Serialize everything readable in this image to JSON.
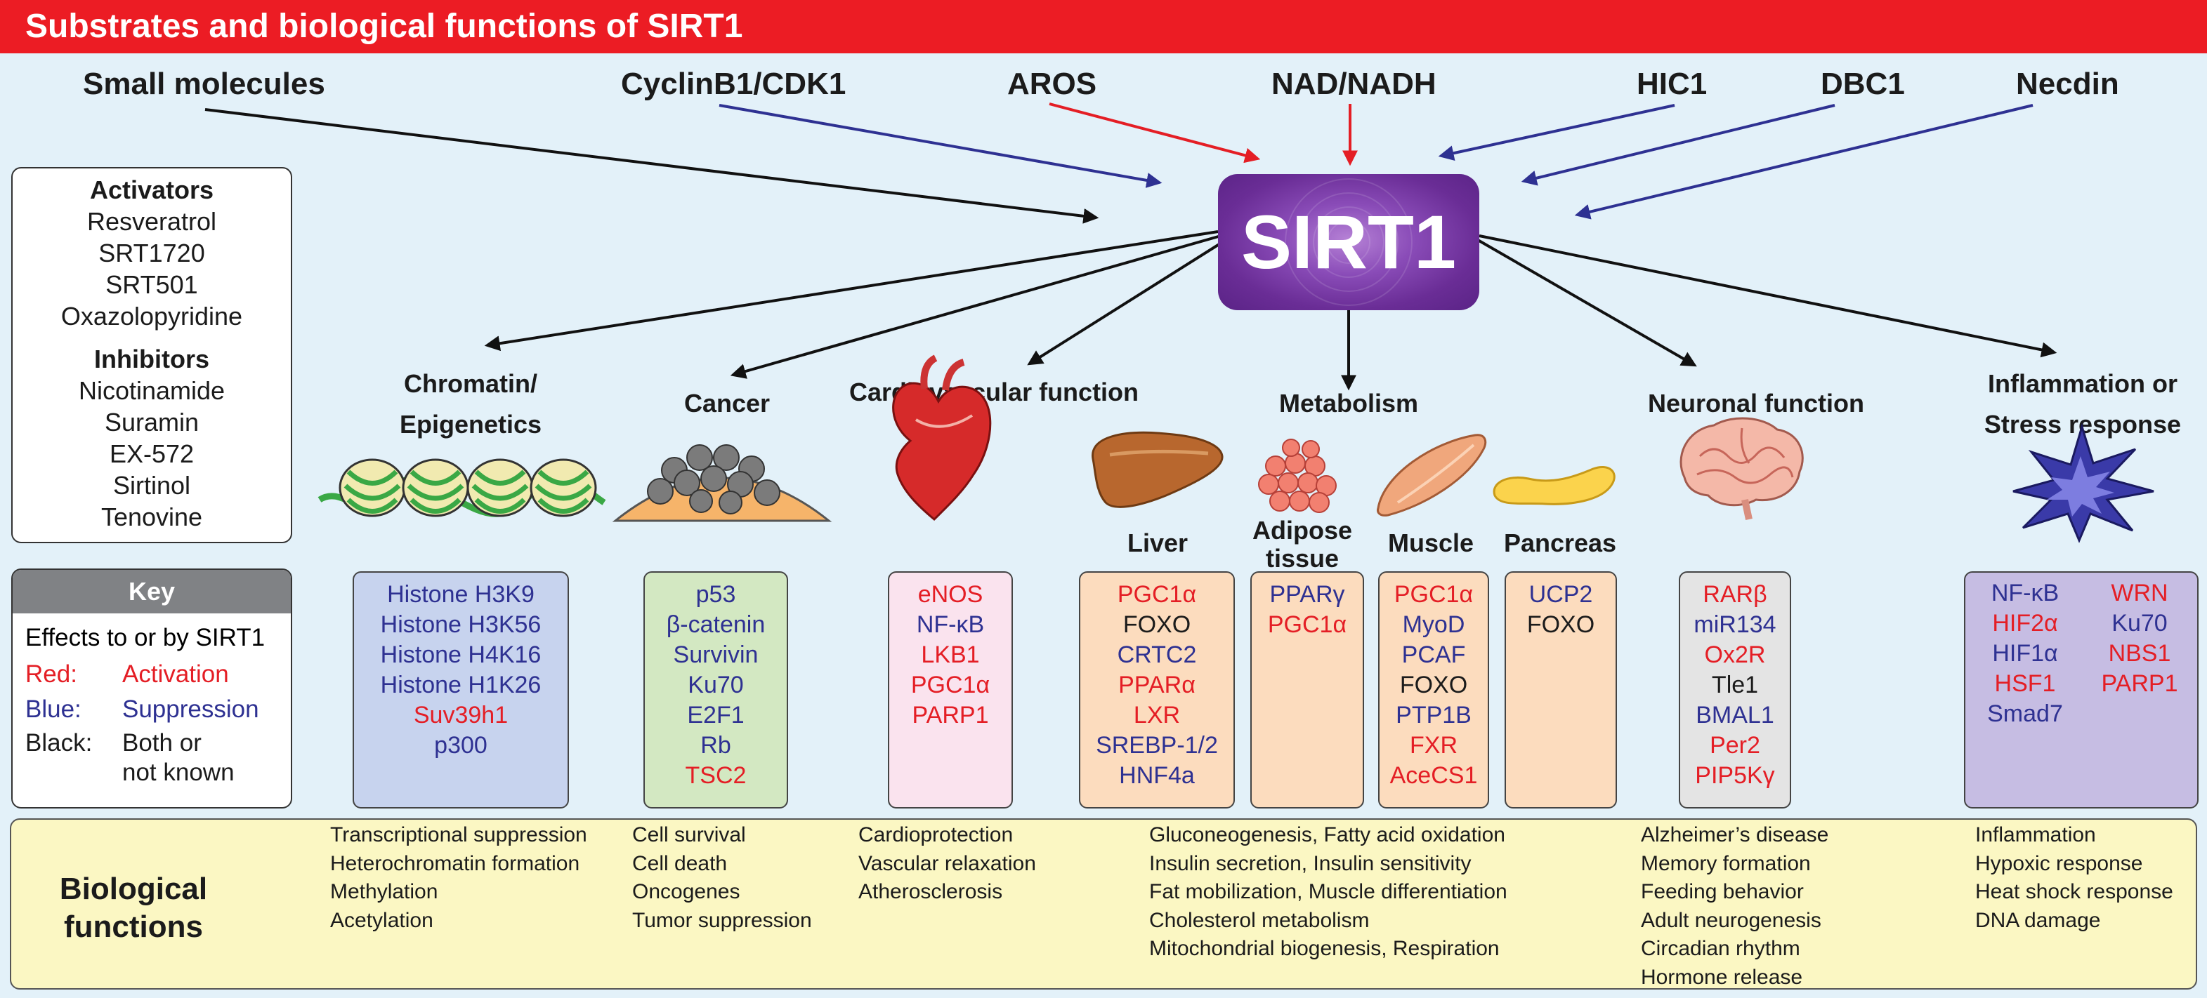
{
  "title": "Substrates and biological functions of SIRT1",
  "center": "SIRT1",
  "regulators": [
    "Small molecules",
    "CyclinB1/CDK1",
    "AROS",
    "NAD/NADH",
    "HIC1",
    "DBC1",
    "Necdin"
  ],
  "modulators": {
    "activators_title": "Activators",
    "activators": [
      "Resveratrol",
      "SRT1720",
      "SRT501",
      "Oxazolopyridine"
    ],
    "inhibitors_title": "Inhibitors",
    "inhibitors": [
      "Nicotinamide",
      "Suramin",
      "EX-572",
      "Sirtinol",
      "Tenovine"
    ]
  },
  "key": {
    "title": "Key",
    "subtitle": "Effects to or by SIRT1",
    "rows": [
      {
        "label": "Red:",
        "value": "Activation"
      },
      {
        "label": "Blue:",
        "value": "Suppression"
      },
      {
        "label": "Black:",
        "value": "Both or",
        "value2": "not known"
      }
    ]
  },
  "categories": {
    "chromatin_1": "Chromatin/",
    "chromatin_2": "Epigenetics",
    "cancer": "Cancer",
    "cardio": "Cardiovascular function",
    "metabolism": "Metabolism",
    "neuronal": "Neuronal function",
    "inflammation_1": "Inflammation or",
    "inflammation_2": "Stress response"
  },
  "organs": {
    "liver": "Liver",
    "adipose_1": "Adipose",
    "adipose_2": "tissue",
    "muscle": "Muscle",
    "pancreas": "Pancreas"
  },
  "colors": {
    "red": "#e41e25",
    "blue": "#2e3192",
    "black": "#1b1b1b",
    "title_bar": "#ec1c24",
    "background": "#e3f1f9",
    "sirt1": "#6a2d96",
    "bio_panel": "#fbf7c3"
  },
  "substrates": {
    "chromatin": {
      "fill": "#c7d3ee",
      "items": [
        {
          "text": "Histone H3K9",
          "color": "blue"
        },
        {
          "text": "Histone H3K56",
          "color": "blue"
        },
        {
          "text": "Histone H4K16",
          "color": "blue"
        },
        {
          "text": "Histone H1K26",
          "color": "blue"
        },
        {
          "text": "Suv39h1",
          "color": "red"
        },
        {
          "text": "p300",
          "color": "blue"
        }
      ]
    },
    "cancer": {
      "fill": "#d3e8c2",
      "items": [
        {
          "text": "p53",
          "color": "blue"
        },
        {
          "text": "β-catenin",
          "color": "blue"
        },
        {
          "text": "Survivin",
          "color": "blue"
        },
        {
          "text": "Ku70",
          "color": "blue"
        },
        {
          "text": "E2F1",
          "color": "blue"
        },
        {
          "text": "Rb",
          "color": "blue"
        },
        {
          "text": "TSC2",
          "color": "red"
        }
      ]
    },
    "cardio": {
      "fill": "#fae3ee",
      "items": [
        {
          "text": "eNOS",
          "color": "red"
        },
        {
          "text": "NF-κB",
          "color": "blue"
        },
        {
          "text": "LKB1",
          "color": "red"
        },
        {
          "text": "PGC1α",
          "color": "red"
        },
        {
          "text": "PARP1",
          "color": "red"
        }
      ]
    },
    "liver": {
      "fill": "#fcdcbe",
      "items": [
        {
          "text": "PGC1α",
          "color": "red"
        },
        {
          "text": "FOXO",
          "color": "black"
        },
        {
          "text": "CRTC2",
          "color": "blue"
        },
        {
          "text": "PPARα",
          "color": "red"
        },
        {
          "text": "LXR",
          "color": "red"
        },
        {
          "text": "SREBP-1/2",
          "color": "blue"
        },
        {
          "text": "HNF4a",
          "color": "blue"
        }
      ]
    },
    "adipose": {
      "fill": "#fcdcbe",
      "items": [
        {
          "text": "PPARγ",
          "color": "blue"
        },
        {
          "text": "PGC1α",
          "color": "red"
        }
      ]
    },
    "muscle": {
      "fill": "#fcdcbe",
      "items": [
        {
          "text": "PGC1α",
          "color": "red"
        },
        {
          "text": "MyoD",
          "color": "blue"
        },
        {
          "text": "PCAF",
          "color": "blue"
        },
        {
          "text": "FOXO",
          "color": "black"
        },
        {
          "text": "PTP1B",
          "color": "blue"
        },
        {
          "text": "FXR",
          "color": "red"
        },
        {
          "text": "AceCS1",
          "color": "red"
        }
      ]
    },
    "pancreas": {
      "fill": "#fcdcbe",
      "items": [
        {
          "text": "UCP2",
          "color": "blue"
        },
        {
          "text": "FOXO",
          "color": "black"
        }
      ]
    },
    "neuronal": {
      "fill": "#e4e4e4",
      "items": [
        {
          "text": "RARβ",
          "color": "red"
        },
        {
          "text": "miR134",
          "color": "blue"
        },
        {
          "text": "Ox2R",
          "color": "red"
        },
        {
          "text": "Tle1",
          "color": "black"
        },
        {
          "text": "BMAL1",
          "color": "blue"
        },
        {
          "text": "Per2",
          "color": "red"
        },
        {
          "text": "PIP5Kγ",
          "color": "red"
        }
      ]
    },
    "inflammation_a": {
      "fill": "#c6bde3",
      "items": [
        {
          "text": "NF-κB",
          "color": "blue"
        },
        {
          "text": "HIF2α",
          "color": "red"
        },
        {
          "text": "HIF1α",
          "color": "blue"
        },
        {
          "text": "HSF1",
          "color": "red"
        },
        {
          "text": "Smad7",
          "color": "blue"
        }
      ]
    },
    "inflammation_b": {
      "fill": "#c6bde3",
      "items": [
        {
          "text": "WRN",
          "color": "red"
        },
        {
          "text": "Ku70",
          "color": "blue"
        },
        {
          "text": "NBS1",
          "color": "red"
        },
        {
          "text": "PARP1",
          "color": "red"
        }
      ]
    }
  },
  "biological_functions": {
    "title_1": "Biological",
    "title_2": "functions",
    "chromatin": [
      "Transcriptional suppression",
      "Heterochromatin formation",
      "Methylation",
      "Acetylation"
    ],
    "cancer": [
      "Cell survival",
      "Cell death",
      "Oncogenes",
      "Tumor suppression"
    ],
    "cardio": [
      "Cardioprotection",
      "Vascular relaxation",
      "Atherosclerosis"
    ],
    "metabolism": [
      "Gluconeogenesis, Fatty acid oxidation",
      "Insulin secretion, Insulin sensitivity",
      "Fat mobilization, Muscle differentiation",
      "Cholesterol metabolism",
      "Mitochondrial biogenesis, Respiration"
    ],
    "neuronal": [
      "Alzheimer’s disease",
      "Memory formation",
      "Feeding behavior",
      "Adult neurogenesis",
      "Circadian rhythm",
      "Hormone release"
    ],
    "inflammation": [
      "Inflammation",
      "Hypoxic response",
      "Heat shock response",
      "DNA damage"
    ]
  }
}
